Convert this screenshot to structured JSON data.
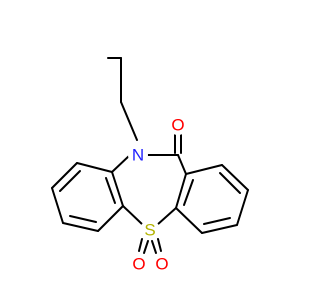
{
  "molecule": {
    "atoms": {
      "N": "N",
      "O_carbonyl": "O",
      "S": "S",
      "O_sulfonyl_left": "O",
      "O_sulfonyl_right": "O"
    },
    "colors": {
      "N": "#1f1fff",
      "O": "#ff0000",
      "S": "#b3b300",
      "bond": "#000000"
    }
  }
}
